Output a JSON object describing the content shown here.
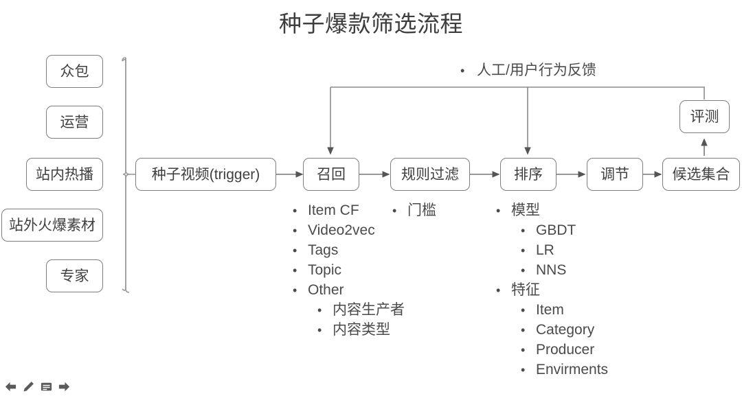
{
  "title": "种子爆款筛选流程",
  "sources": {
    "items": [
      {
        "label": "众包"
      },
      {
        "label": "运营"
      },
      {
        "label": "站内热播"
      },
      {
        "label": "站外火爆素材"
      },
      {
        "label": "专家"
      }
    ]
  },
  "pipeline": {
    "nodes": [
      {
        "id": "trigger",
        "label": "种子视频(trigger)"
      },
      {
        "id": "recall",
        "label": "召回"
      },
      {
        "id": "filter",
        "label": "规则过滤"
      },
      {
        "id": "rank",
        "label": "排序"
      },
      {
        "id": "adjust",
        "label": "调节"
      },
      {
        "id": "candidate",
        "label": "候选集合"
      },
      {
        "id": "evaluate",
        "label": "评测"
      }
    ]
  },
  "feedback": {
    "bullet": "•",
    "label": "人工/用户行为反馈"
  },
  "details": {
    "recall": {
      "bullet": "•",
      "items": [
        {
          "level": 1,
          "text": "Item CF"
        },
        {
          "level": 1,
          "text": "Video2vec"
        },
        {
          "level": 1,
          "text": "Tags"
        },
        {
          "level": 1,
          "text": "Topic"
        },
        {
          "level": 1,
          "text": "Other"
        },
        {
          "level": 2,
          "text": "内容生产者"
        },
        {
          "level": 2,
          "text": "内容类型"
        }
      ]
    },
    "filter": {
      "bullet": "•",
      "items": [
        {
          "level": 1,
          "text": "门槛"
        }
      ]
    },
    "rank": {
      "bullet": "•",
      "items": [
        {
          "level": 1,
          "text": "模型"
        },
        {
          "level": 2,
          "text": "GBDT"
        },
        {
          "level": 2,
          "text": "LR"
        },
        {
          "level": 2,
          "text": "NNS"
        },
        {
          "level": 1,
          "text": "特征"
        },
        {
          "level": 2,
          "text": "Item"
        },
        {
          "level": 2,
          "text": "Category"
        },
        {
          "level": 2,
          "text": "Producer"
        },
        {
          "level": 2,
          "text": "Envirments"
        }
      ]
    }
  },
  "toolbar": {
    "items": [
      {
        "name": "previous-arrow-icon"
      },
      {
        "name": "pencil-icon"
      },
      {
        "name": "note-icon"
      },
      {
        "name": "next-arrow-icon"
      }
    ]
  },
  "colors": {
    "stroke": "#7e7e7e",
    "text": "#3f3f3f",
    "bullet_text": "#4a4a4a",
    "toolbar_icon": "#5a5a5a",
    "background": "#ffffff"
  }
}
